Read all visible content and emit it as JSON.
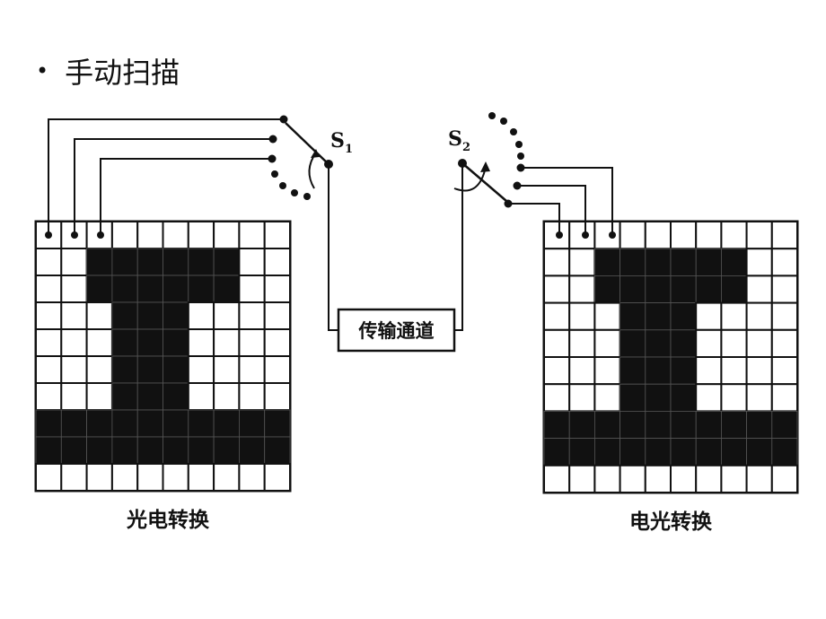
{
  "title": {
    "bullet": "•",
    "text": "手动扫描"
  },
  "channel": {
    "label": "传输通道"
  },
  "left": {
    "caption": "光电转换",
    "switch_main": "S",
    "switch_sub": "1"
  },
  "right": {
    "caption": "电光转换",
    "switch_main": "S",
    "switch_sub": "2"
  },
  "grid": {
    "rows": 10,
    "cols": 10,
    "pattern": [
      "0000000000",
      "0011111100",
      "0011111100",
      "0001110000",
      "0001110000",
      "0001110000",
      "0001110000",
      "1111111111",
      "1111111111",
      "0000000000"
    ]
  },
  "colors": {
    "ink": "#111111",
    "paper": "#ffffff"
  }
}
